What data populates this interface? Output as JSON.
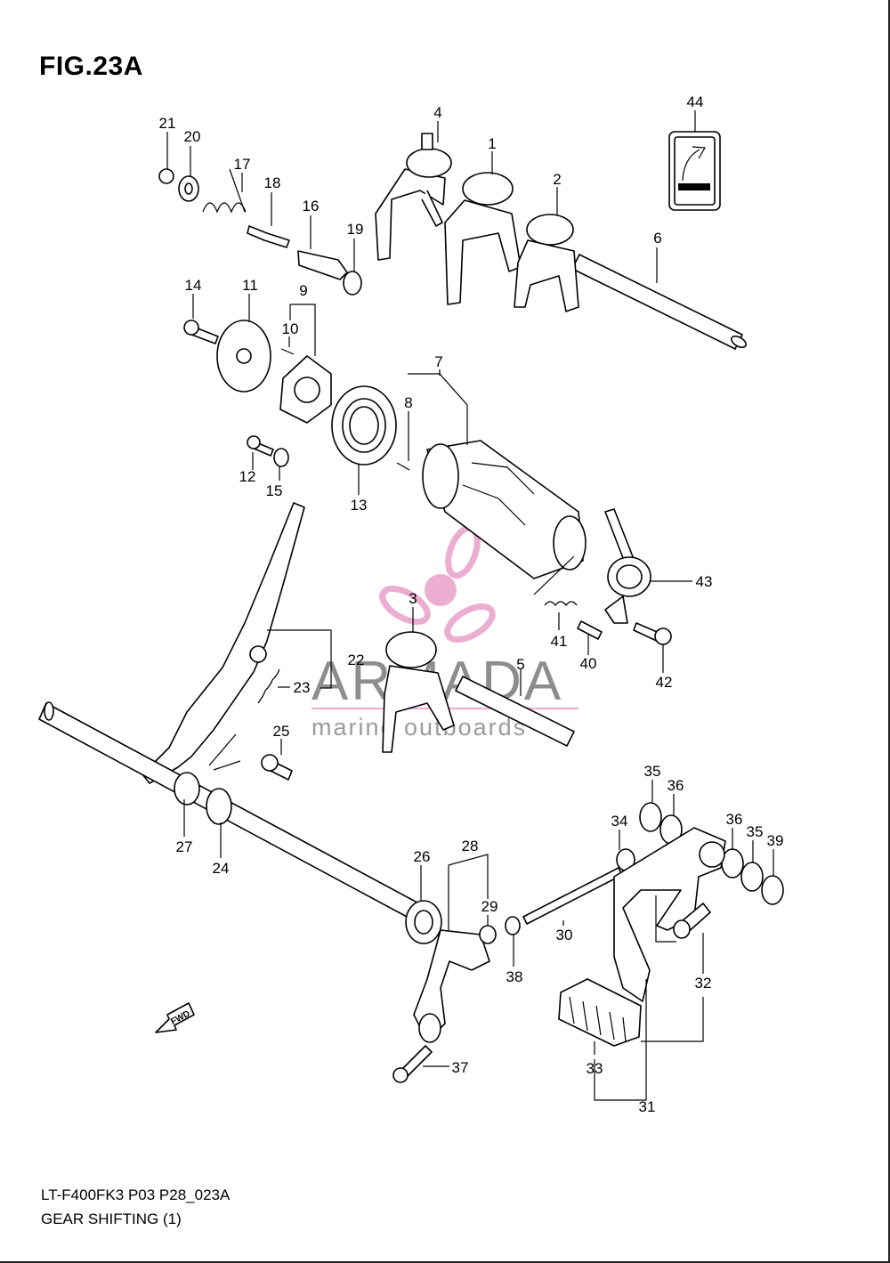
{
  "figure": {
    "title": "FIG.23A",
    "model_code": "LT-F400FK3 P03 P28_023A",
    "section_name": "GEAR SHIFTING (1)"
  },
  "watermark": {
    "brand": "ARMADA",
    "tagline": "marine outboards",
    "accent_color": "#e8a0c8"
  },
  "direction_badge": "FWD",
  "callouts": [
    "1",
    "2",
    "3",
    "4",
    "5",
    "6",
    "7",
    "8",
    "9",
    "10",
    "11",
    "12",
    "13",
    "14",
    "15",
    "16",
    "17",
    "18",
    "19",
    "20",
    "21",
    "22",
    "23",
    "24",
    "25",
    "26",
    "27",
    "28",
    "29",
    "30",
    "31",
    "32",
    "33",
    "34",
    "35",
    "35",
    "36",
    "36",
    "37",
    "38",
    "39",
    "40",
    "41",
    "42",
    "43",
    "44"
  ]
}
